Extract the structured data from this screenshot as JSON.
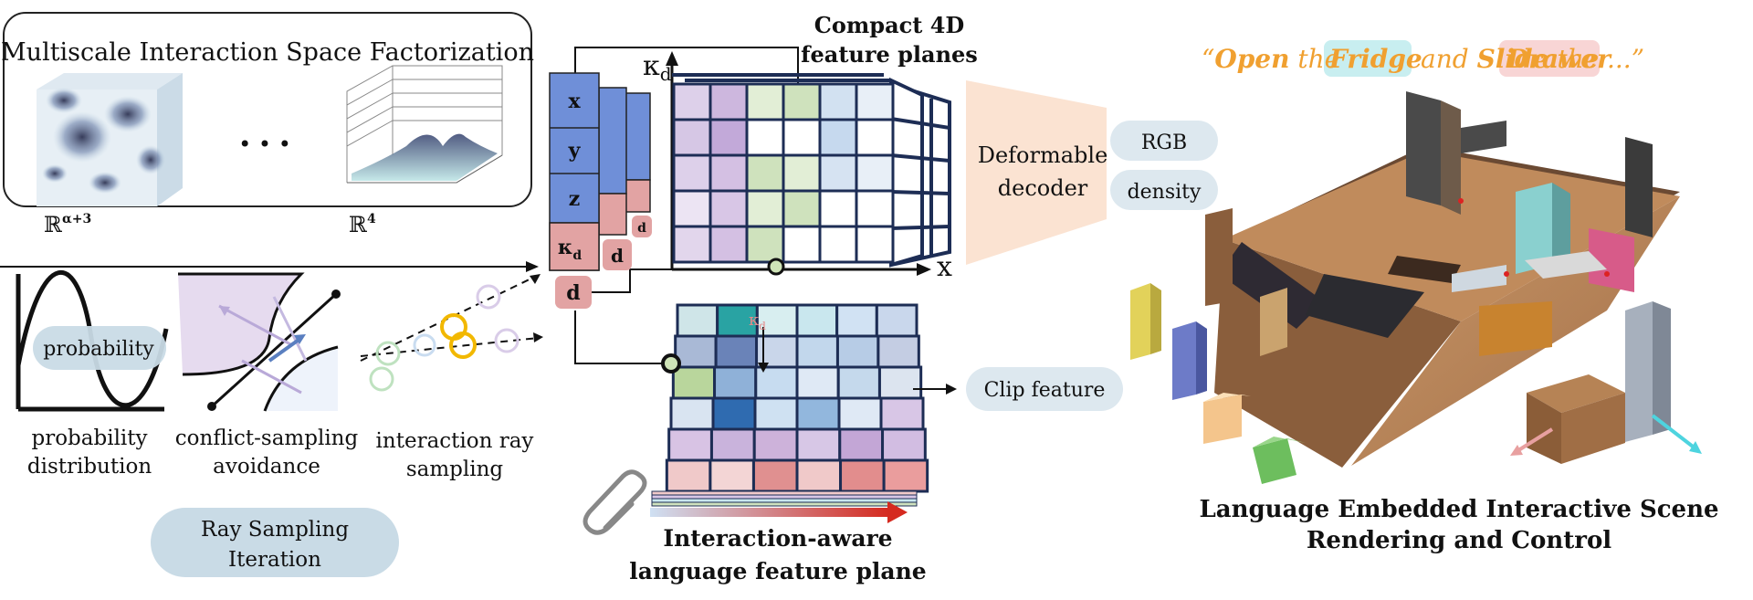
{
  "interaction": {
    "title": "Multiscale Interaction Space Factorization",
    "ellipsis": "• • •",
    "space1": "ℝ",
    "space1_sup": "α+3",
    "space2": "ℝ",
    "space2_sup": "4"
  },
  "sampling": {
    "probability_pill": "probability",
    "label1_line1": "probability",
    "label1_line2": "distribution",
    "label2_line1": "conflict-sampling",
    "label2_line2": "avoidance",
    "label3_line1": "interaction ray",
    "label3_line2": "sampling",
    "iteration_line1": "Ray Sampling",
    "iteration_line2": "Iteration"
  },
  "planes": {
    "title_line1": "Compact 4D",
    "title_line2": "feature planes",
    "kappa_axis": "κ",
    "kappa_sub": "d",
    "x_axis": "x",
    "stack_labels": [
      "x",
      "y",
      "z"
    ],
    "kappa_block": "κ",
    "kappa_block_sub": "d",
    "d_label": "d"
  },
  "decoder": {
    "line1": "Deformable",
    "line2": "decoder",
    "rgb": "RGB",
    "density": "density",
    "clip": "Clip feature"
  },
  "language_plane": {
    "title_line1": "Interaction-aware",
    "title_line2": "language feature plane",
    "kappa": "κ",
    "kappa_sub": "d"
  },
  "scene": {
    "quote_open": "“",
    "w_open": "Open",
    "w_the1": "the",
    "w_fridge": "Fridge",
    "w_and": "and",
    "w_slide": "Slide",
    "w_the2": "the",
    "w_drawer": "Drawer",
    "quote_close": "...”",
    "title_line1": "Language Embedded Interactive Scene",
    "title_line2": "Rendering and Control"
  },
  "colors": {
    "blue_block": "#6f8fd8",
    "pink_block": "#e2a3a3",
    "pill": "#c9dbe6",
    "decoder_fill": "#fbe3d2",
    "orange_text": "#f0a030",
    "fridge_highlight": "#c8eef0",
    "drawer_highlight": "#f8d5d5"
  }
}
